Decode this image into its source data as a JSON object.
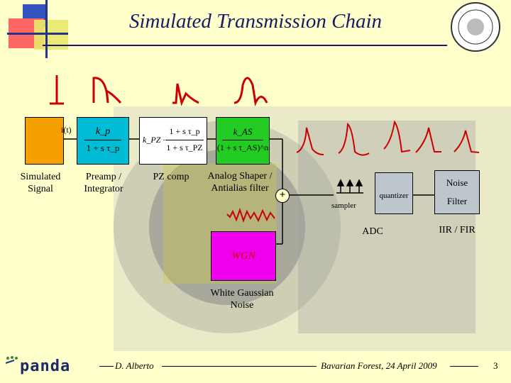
{
  "title": "Simulated Transmission Chain",
  "signal_label": "i(t)",
  "blocks": {
    "preamp_tf": {
      "num": "k_p",
      "den": "1 + s τ_p"
    },
    "pz_tf": {
      "gain": "k_PZ ·",
      "num": "1 + s τ_p",
      "den": "1 + s τ_PZ"
    },
    "shaper_tf": {
      "num": "k_AS",
      "den": "(1 + s τ_AS)^n"
    }
  },
  "labels": {
    "simulated_signal": "Simulated Signal",
    "preamp": "Preamp / Integrator",
    "pz_comp": "PZ comp",
    "shaper": "Analog Shaper / Antialias filter",
    "sampler": "sampler",
    "quantizer": "quantizer",
    "adc": "ADC",
    "noise_filter_top": "Noise",
    "noise_filter_bottom": "Filter",
    "iir_fir": "IIR / FIR",
    "wgn": "WGN",
    "white_noise": "White Gaussian Noise",
    "sum": "+"
  },
  "footer": {
    "logo": "panda",
    "author": "D. Alberto",
    "event": "Bavarian Forest, 24 April 2009",
    "page": "3"
  },
  "colors": {
    "accent_red": "#cc0000",
    "signal_block": "#f5a000",
    "preamp_block": "#00bcd4",
    "pz_block": "#ffffff",
    "shaper_block": "#22cc22",
    "wgn_block": "#ee00ee",
    "noise_filter_block": "#bcc6cc"
  }
}
